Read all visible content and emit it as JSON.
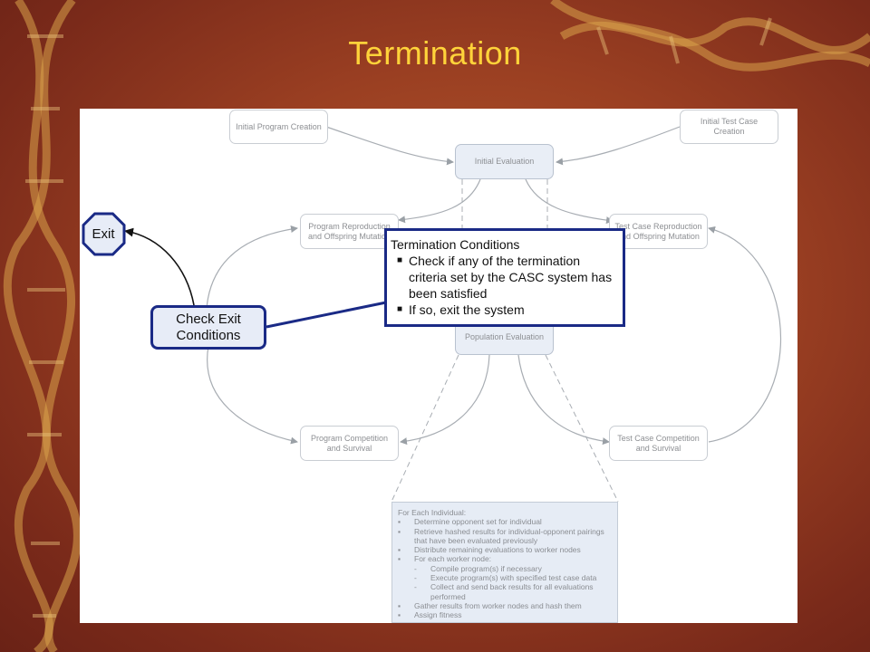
{
  "slide": {
    "title": "Termination"
  },
  "diagram": {
    "nodes": {
      "initial_program_creation": "Initial Program Creation",
      "initial_test_case_creation": "Initial Test Case Creation",
      "initial_evaluation": "Initial Evaluation",
      "program_reproduction": "Program Reproduction and Offspring Mutation",
      "test_case_reproduction": "Test Case Reproduction and Offspring Mutation",
      "population_evaluation": "Population Evaluation",
      "program_competition": "Program Competition and Survival",
      "test_case_competition": "Test Case Competition and Survival",
      "check_exit": "Check Exit Conditions",
      "exit": "Exit"
    },
    "callout": {
      "title": "Termination Conditions",
      "bullets": [
        "Check if any of the termination criteria set by the CASC system has been satisfied",
        "If so, exit the system"
      ]
    },
    "detail": {
      "heading": "For Each Individual:",
      "items": [
        "Determine opponent set for individual",
        "Retrieve hashed results for individual-opponent pairings that have been evaluated previously",
        "Distribute remaining evaluations to worker nodes",
        "For each worker node:"
      ],
      "subitems": [
        "Compile program(s) if necessary",
        "Execute program(s) with specified test case data",
        "Collect and send back results for all evaluations performed"
      ],
      "items_after": [
        "Gather results from worker nodes and hash them",
        "Assign fitness"
      ],
      "bullet_marker": "▪",
      "sub_marker": "-"
    }
  }
}
